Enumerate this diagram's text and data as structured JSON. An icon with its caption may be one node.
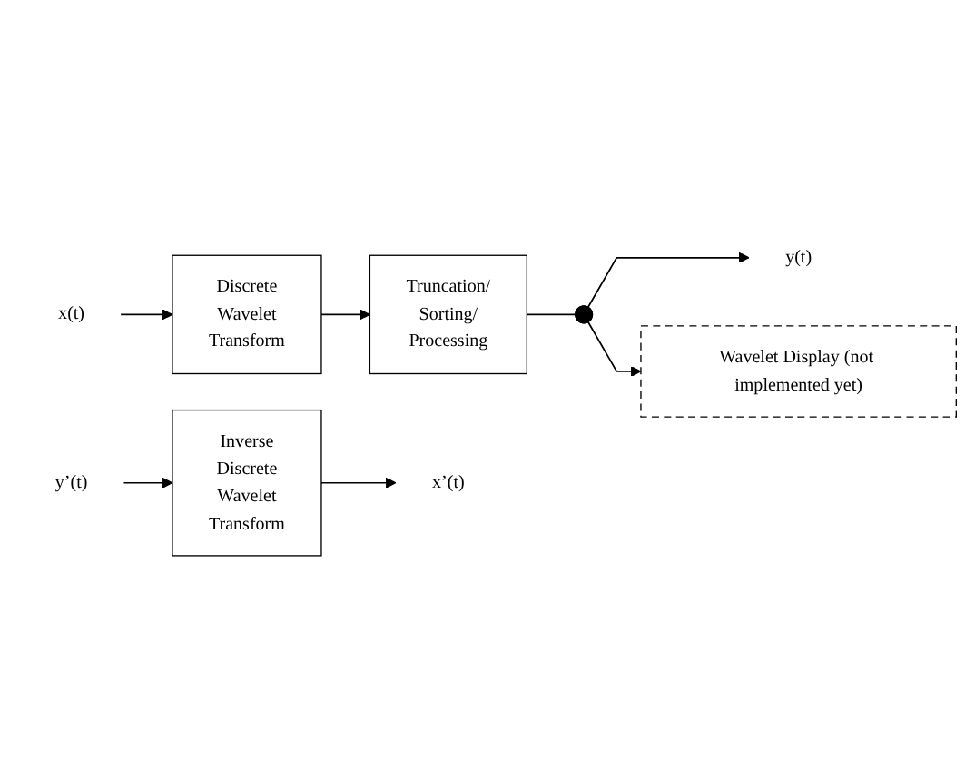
{
  "diagram": {
    "nodes": [
      {
        "text": [
          "Wavelet Display (not implemented yet)"
        ]
      },
      {
        "text": [
          "x(t)"
        ]
      },
      {
        "text": [
          "Discrete Wavelet Transform"
        ]
      },
      {
        "text": [
          "Truncation/ Sorting/ Processing"
        ]
      },
      {
        "text": [],
        "shape": "circle"
      },
      {
        "text": [
          "y(t)"
        ]
      },
      {
        "text": [
          "x’(t)"
        ]
      },
      {
        "text": [
          "Inverse Discrete Wavelet Transform"
        ]
      },
      {
        "text": [
          "y’(t)"
        ]
      }
    ],
    "edges": [
      {
        "from": 1,
        "to": 2,
        "arrow": "to"
      },
      {
        "from": 2,
        "to": 3,
        "arrow": "to"
      },
      {
        "from": 3,
        "to": 4,
        "arrow": "none"
      },
      {
        "from": 4,
        "to": 5,
        "arrow": "to"
      },
      {
        "from": 4,
        "to": 0,
        "arrow": "to"
      },
      {
        "from": 8,
        "to": 7,
        "arrow": "to"
      },
      {
        "from": 7,
        "to": 6,
        "arrow": "to"
      }
    ]
  }
}
